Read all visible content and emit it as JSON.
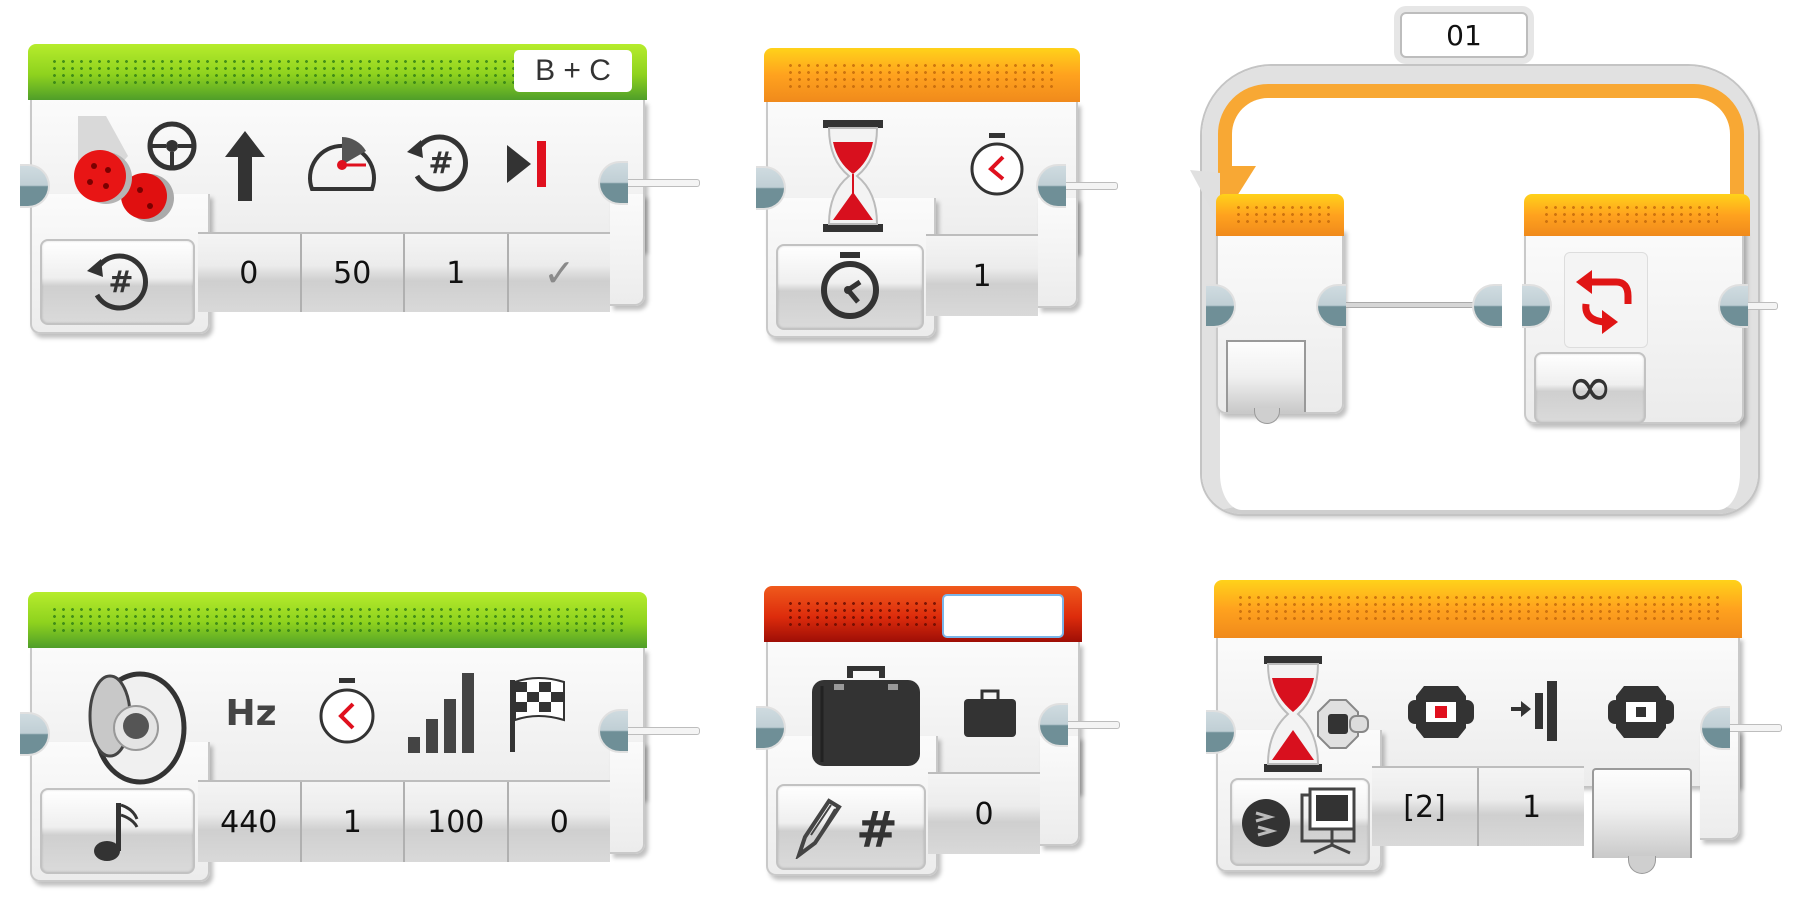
{
  "canvas": {
    "background": "#ffffff"
  },
  "colors": {
    "action_green": "#8ed21e",
    "flow_orange": "#ffa21e",
    "data_red": "#dd2c0c",
    "connector": "#6f8f97",
    "accent_red": "#e0101e"
  },
  "blocks": {
    "move_steering": {
      "category": "action",
      "ports_label": "B + C",
      "block_icon": "move-steering-icon",
      "mode_icon": "rotations-icon",
      "params": [
        {
          "icon": "steering-arrow-icon",
          "value": "0"
        },
        {
          "icon": "power-speedometer-icon",
          "value": "50"
        },
        {
          "icon": "rotations-icon",
          "value": "1"
        },
        {
          "icon": "brake-at-end-icon",
          "value": "✓"
        }
      ]
    },
    "wait_time": {
      "category": "flow",
      "block_icon": "hourglass-icon",
      "mode_icon": "stopwatch-icon",
      "params": [
        {
          "icon": "seconds-icon",
          "value": "1"
        }
      ]
    },
    "loop": {
      "category": "flow",
      "loop_name": "01",
      "end_icon": "loop-arrows-icon",
      "mode_icon": "infinity-icon",
      "mode_value": "∞"
    },
    "sound": {
      "category": "action",
      "block_icon": "speaker-icon",
      "mode_icon": "music-note-icon",
      "params": [
        {
          "icon": "hz-icon",
          "label": "Hz",
          "value": "440"
        },
        {
          "icon": "duration-icon",
          "value": "1"
        },
        {
          "icon": "volume-bars-icon",
          "value": "100"
        },
        {
          "icon": "play-type-flag-icon",
          "value": "0"
        }
      ]
    },
    "variable": {
      "category": "data",
      "name_value": "",
      "block_icon": "suitcase-icon",
      "mode_icon": "write-numeric-icon",
      "params": [
        {
          "icon": "small-suitcase-icon",
          "value": "0"
        }
      ]
    },
    "wait_messaging": {
      "category": "flow",
      "block_icon": "hourglass-brick-icon",
      "mode_icon": "messaging-compare-icon",
      "params": [
        {
          "icon": "brick-button-red-icon",
          "value": "[2]"
        },
        {
          "icon": "action-pressed-icon",
          "value": "1"
        },
        {
          "icon": "brick-button-icon",
          "value": ""
        }
      ]
    }
  }
}
